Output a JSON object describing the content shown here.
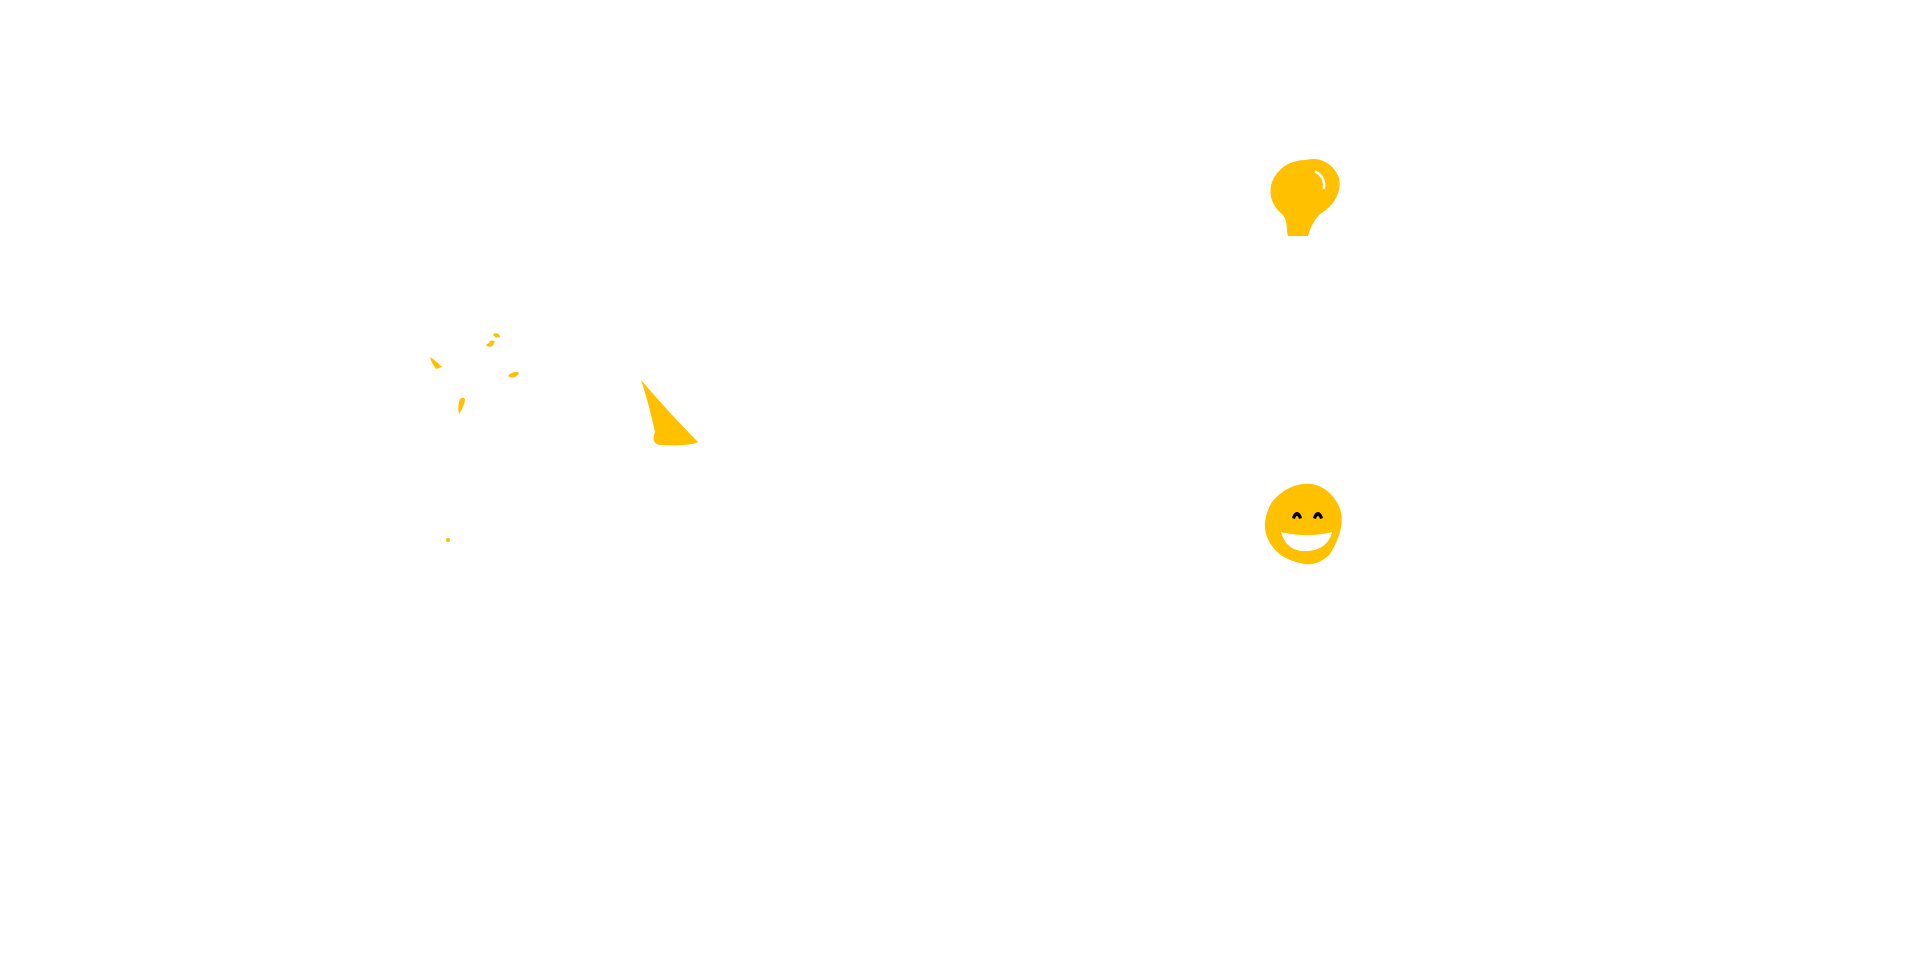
{
  "background_color": "#ffffff",
  "accent_color": "#ffc000",
  "ink_color": "#000000",
  "graphics": [
    {
      "name": "confetti-party-popper-graphic",
      "icon": "party-popper-icon",
      "color": "#ffc000"
    },
    {
      "name": "lightbulb-graphic",
      "icon": "lightbulb-icon",
      "color": "#ffc000"
    },
    {
      "name": "smiley-face-graphic",
      "icon": "grinning-face-icon",
      "color": "#ffc000"
    }
  ]
}
